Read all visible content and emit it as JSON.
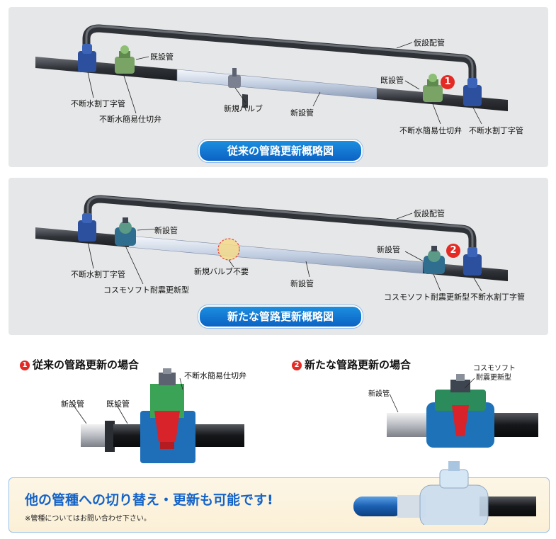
{
  "panel1": {
    "title": "従来の管路更新概略図",
    "badge": "1",
    "labels": {
      "temp_pipe": "仮設配管",
      "existing_pipe_left": "既設管",
      "existing_pipe_right": "既設管",
      "tee_left": "不断水割丁字管",
      "valve_left": "不断水簡易仕切弁",
      "new_valve": "新規バルブ",
      "new_pipe": "新設管",
      "valve_right": "不断水簡易仕切弁",
      "tee_right": "不断水割丁字管"
    }
  },
  "panel2": {
    "title": "新たな管路更新概略図",
    "badge": "2",
    "labels": {
      "temp_pipe": "仮設配管",
      "new_pipe_top": "新設管",
      "new_pipe_right": "新設管",
      "tee_left": "不断水割丁字管",
      "cosmo_left": "コスモソフト耐震更新型",
      "no_valve": "新規バルブ不要",
      "new_pipe": "新設管",
      "cosmo_right": "コスモソフト耐震更新型",
      "tee_right": "不断水割丁字管"
    }
  },
  "section1": {
    "num": "1",
    "title": "従来の管路更新の場合",
    "labels": {
      "valve": "不断水簡易仕切弁",
      "new_pipe": "新設管",
      "existing_pipe": "既設管"
    }
  },
  "section2": {
    "num": "2",
    "title": "新たな管路更新の場合",
    "labels": {
      "cosmo_line1": "コスモソフト",
      "cosmo_line2": "耐震更新型",
      "new_pipe": "新設管"
    }
  },
  "banner": {
    "title": "他の管種への切り替え・更新も可能です!",
    "note": "※管種についてはお問い合わせ下さい。"
  },
  "colors": {
    "pipe_dark": "#3a3d42",
    "pipe_new": "#c9d4e6",
    "tee_blue": "#2c4f9e",
    "valve_green": "#6f9b5a",
    "pill_blue": "#0b62c4",
    "badge_red": "#e32a24",
    "banner_text": "#1463c8"
  }
}
